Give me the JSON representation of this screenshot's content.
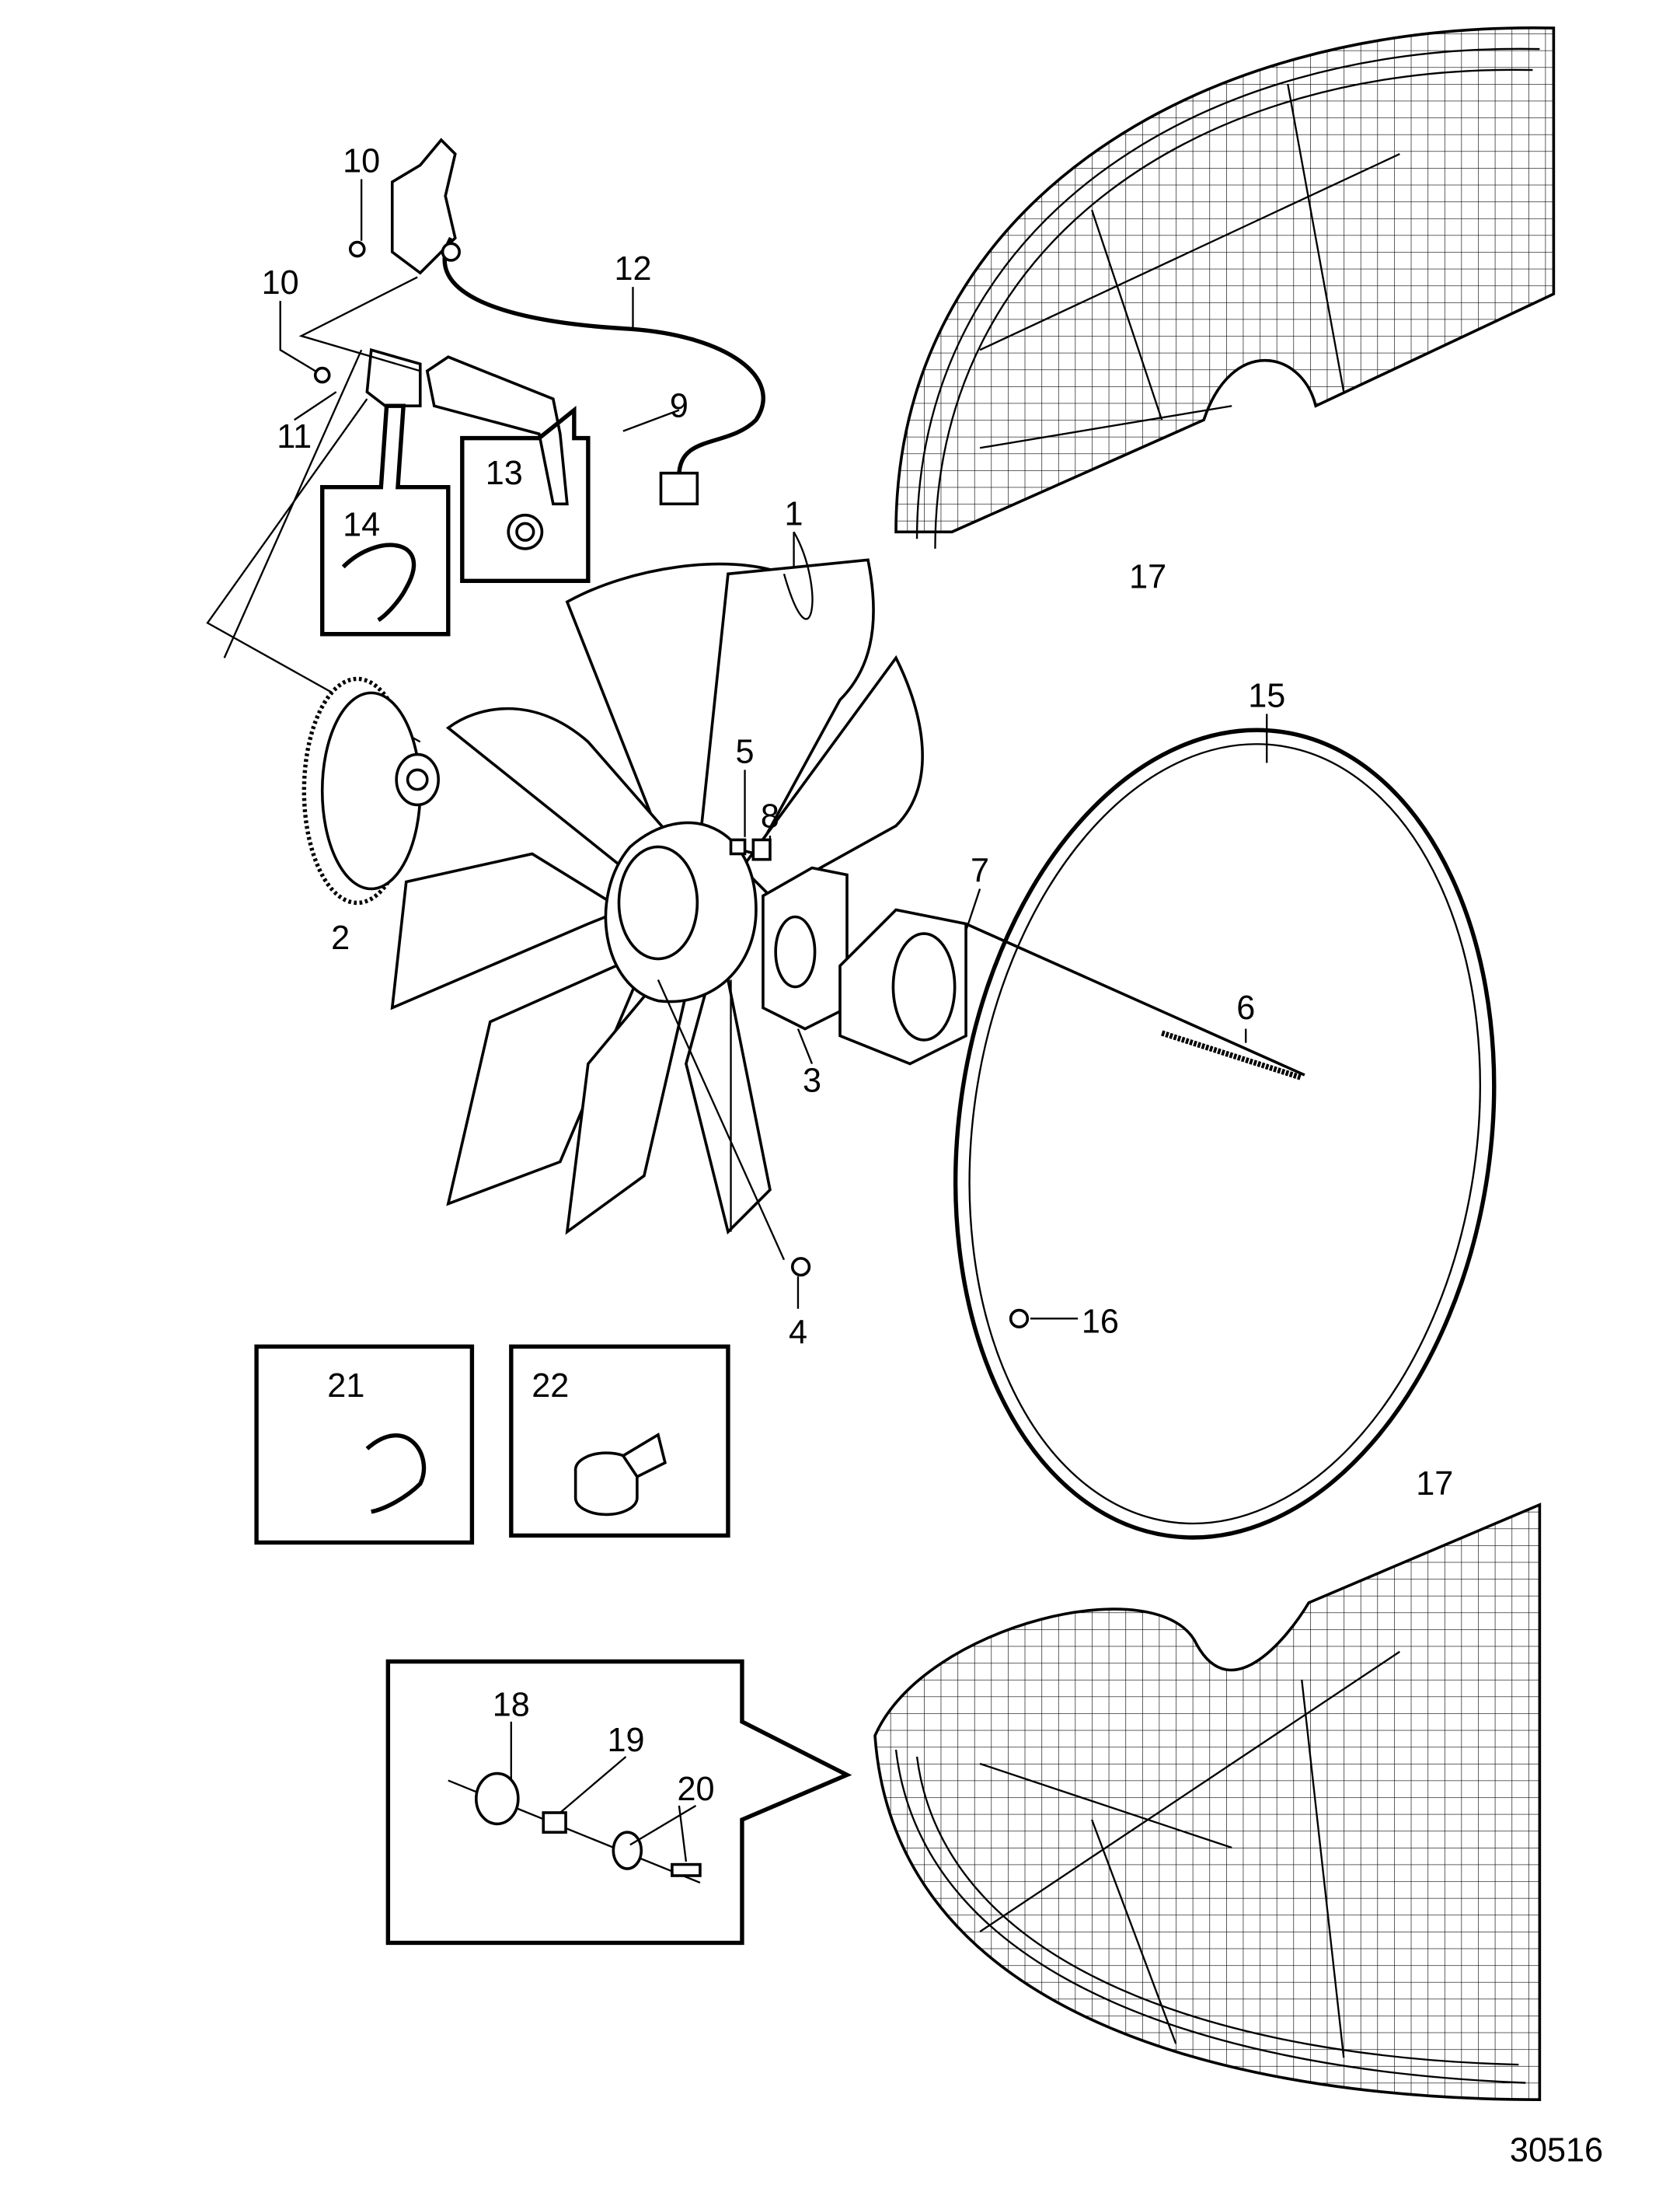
{
  "figure_id": "30516",
  "callouts": {
    "c1": "1",
    "c2": "2",
    "c3": "3",
    "c4": "4",
    "c5": "5",
    "c6": "6",
    "c7": "7",
    "c8": "8",
    "c9": "9",
    "c10a": "10",
    "c10b": "10",
    "c11": "11",
    "c12": "12",
    "c13": "13",
    "c14": "14",
    "c15": "15",
    "c16": "16",
    "c17a": "17",
    "c17b": "17",
    "c18": "18",
    "c19": "19",
    "c20": "20",
    "c21": "21",
    "c22": "22"
  }
}
